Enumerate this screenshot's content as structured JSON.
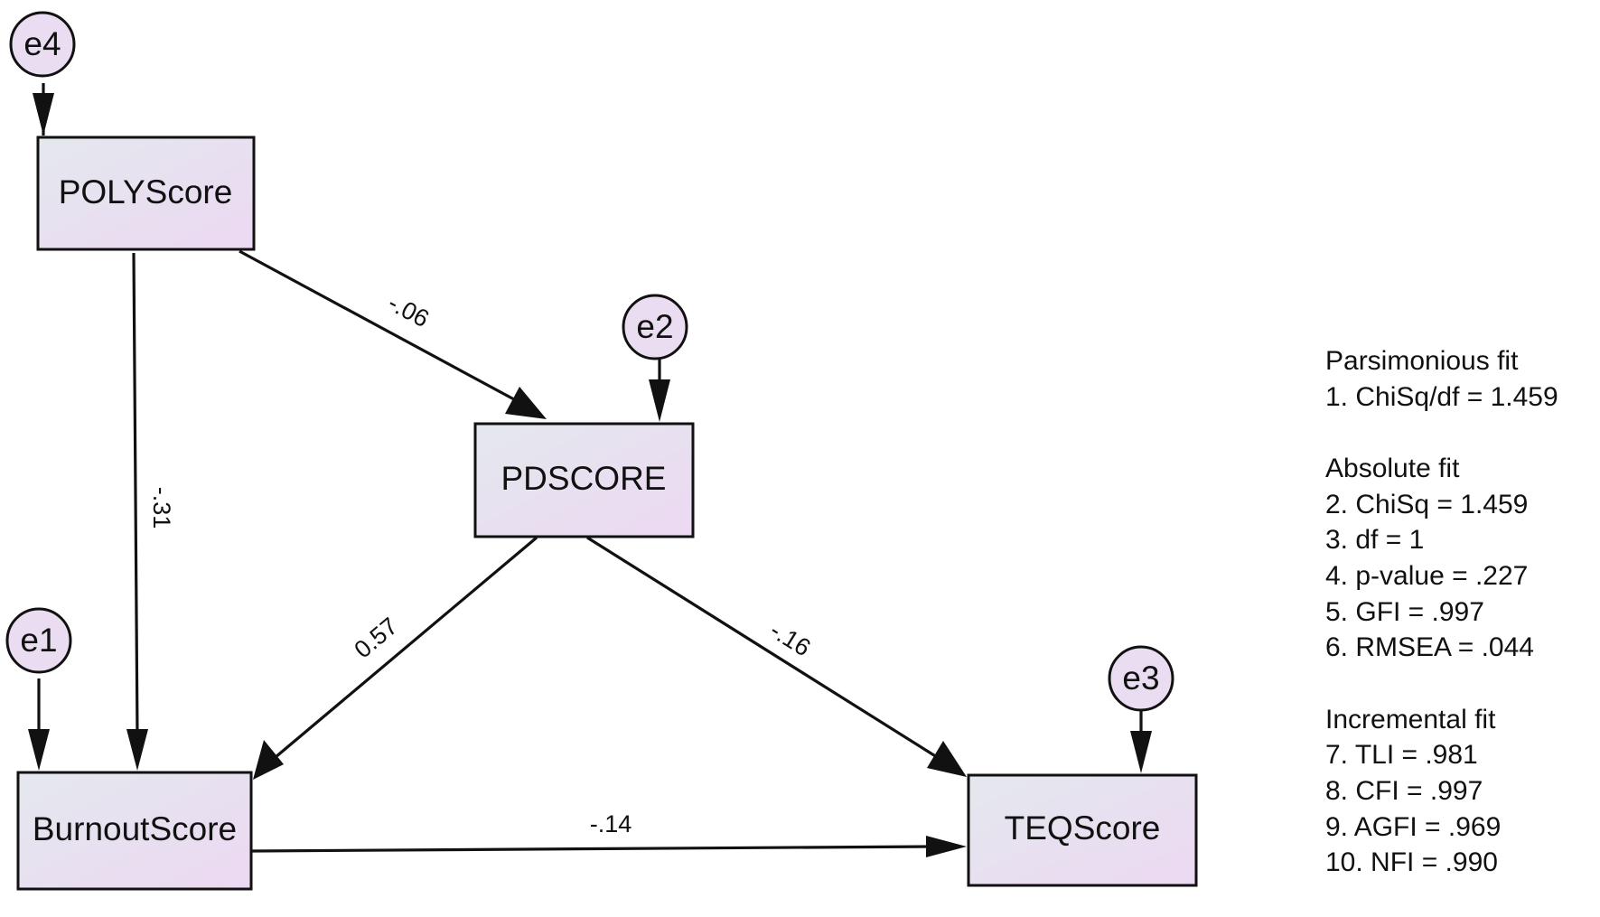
{
  "nodes": {
    "polyscore": "POLYScore",
    "pdscore": "PDSCORE",
    "burnoutscore": "BurnoutScore",
    "teqscore": "TEQScore"
  },
  "errors": {
    "e4": "e4",
    "e2": "e2",
    "e1": "e1",
    "e3": "e3"
  },
  "paths": {
    "poly_to_pd": "-.06",
    "poly_to_burnout": "-.31",
    "pd_to_burnout": "0.57",
    "pd_to_teq": "-.16",
    "burnout_to_teq": "-.14"
  },
  "fit": {
    "parsimonious": {
      "heading": "Parsimonious fit",
      "items": [
        "1. ChiSq/df = 1.459"
      ]
    },
    "absolute": {
      "heading": "Absolute fit",
      "items": [
        "2. ChiSq = 1.459",
        "3. df = 1",
        "4. p-value = .227",
        "5. GFI = .997",
        "6. RMSEA = .044"
      ]
    },
    "incremental": {
      "heading": "Incremental fit",
      "items": [
        "7. TLI = .981",
        "8. CFI = .997",
        "9. AGFI = .969",
        "10. NFI = .990"
      ]
    }
  },
  "colors": {
    "box_fill_start": "#e4e8ee",
    "box_fill_end": "#ecd8f2",
    "error_fill": "#eadcf1",
    "line": "#111111"
  }
}
